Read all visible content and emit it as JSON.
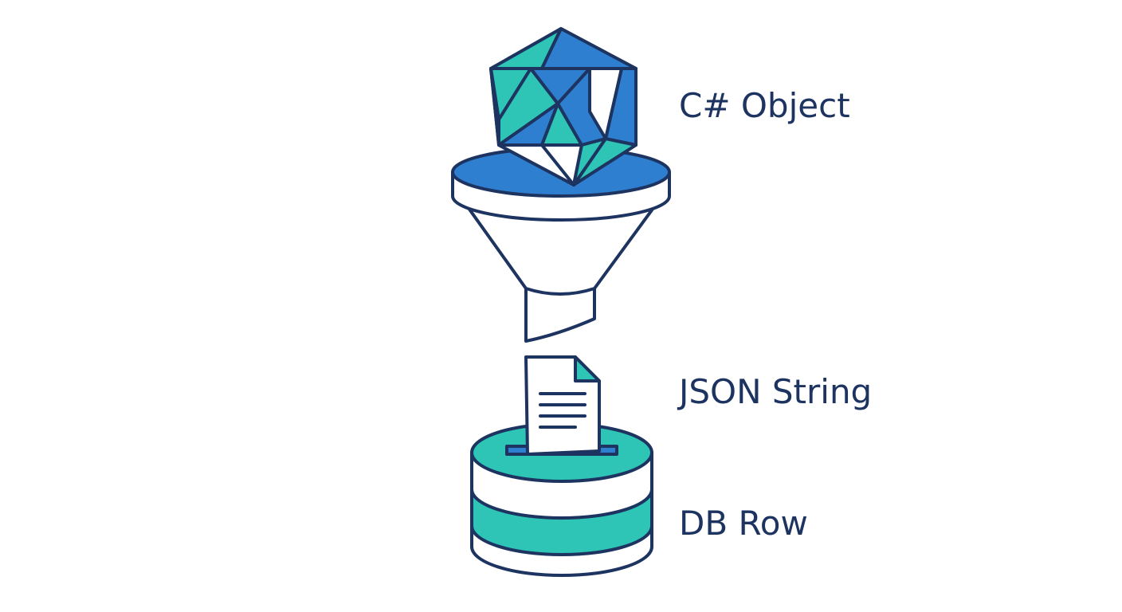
{
  "labels": {
    "object": "C# Object",
    "json": "JSON String",
    "row": "DB Row"
  },
  "colors": {
    "outline": "#1d3461",
    "blue": "#2f7fd1",
    "teal": "#2ec4b6",
    "white": "#ffffff",
    "text": "#1d3461"
  },
  "icons": {
    "object": "polyhedron-gem-icon",
    "funnel": "funnel-icon",
    "document": "document-icon",
    "database": "database-cylinder-icon"
  }
}
